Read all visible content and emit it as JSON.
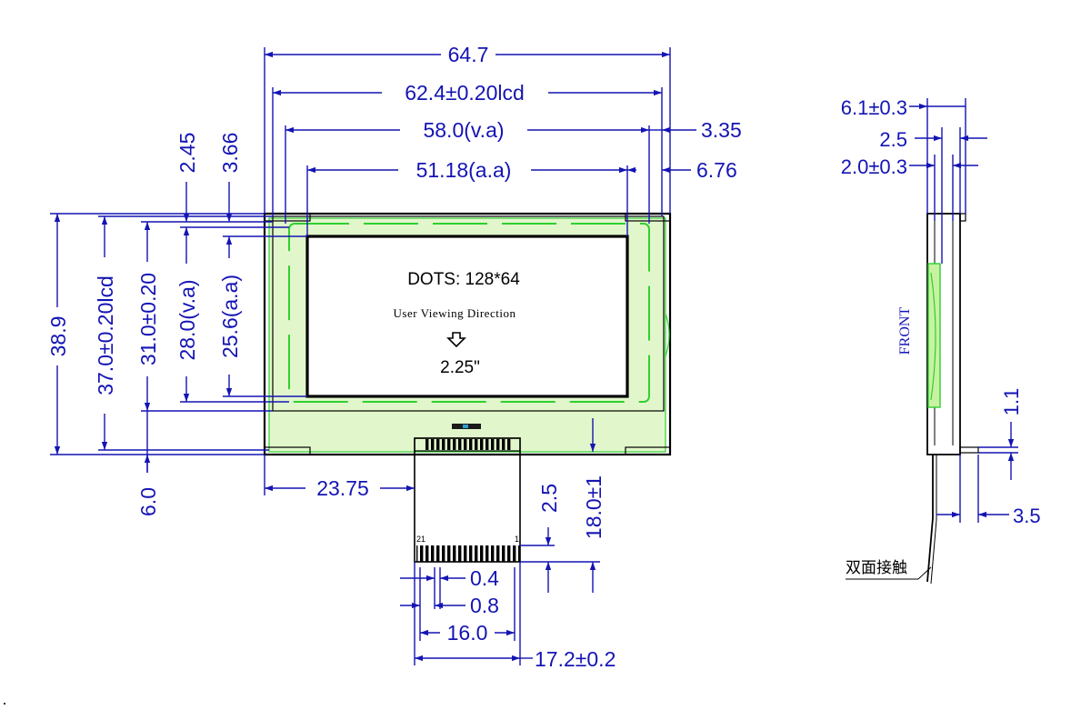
{
  "lcd": {
    "dots_label": "DOTS: 128*64",
    "viewing_label": "User Viewing Direction",
    "size_label": "2.25\""
  },
  "pins": {
    "first": "1",
    "last": "21"
  },
  "side_view": {
    "front_label": "FRONT",
    "contact_note": "双面接触"
  },
  "dimensions": {
    "top": {
      "outline_width": "64.7",
      "lcd_width": "62.4±0.20lcd",
      "view_area_width": "58.0(v.a)",
      "active_area_width": "51.18(a.a)",
      "va_right_offset": "3.35",
      "aa_right_offset": "6.76"
    },
    "left": {
      "outline_height": "38.9",
      "lcd_height": "37.0±0.20lcd",
      "glass_height": "31.0±0.20",
      "view_area_height": "28.0(v.a)",
      "active_area_height": "25.6(a.a)",
      "va_top_offset": "2.45",
      "aa_top_offset": "3.66",
      "bottom_offset": "6.0"
    },
    "bottom": {
      "fpc_left_offset": "23.75",
      "pin_width": "0.4",
      "pin_pitch": "0.8",
      "pin_span": "16.0",
      "fpc_width": "17.2±0.2",
      "contact_length": "2.5",
      "fpc_length": "18.0±1"
    },
    "side": {
      "total_thickness": "6.1±0.3",
      "module_thickness": "2.5",
      "glass_thickness": "2.0±0.3",
      "fpc_offset": "1.1",
      "fpc_bend": "3.5"
    }
  }
}
